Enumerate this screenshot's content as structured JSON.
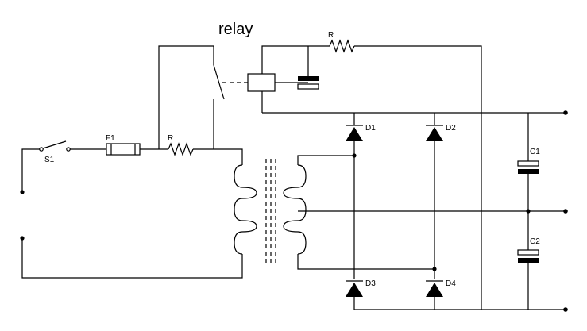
{
  "title": "relay",
  "labels": {
    "s1": "S1",
    "f1": "F1",
    "r_primary": "R",
    "r_top": "R",
    "d1": "D1",
    "d2": "D2",
    "d3": "D3",
    "d4": "D4",
    "c1": "C1",
    "c2": "C2"
  }
}
